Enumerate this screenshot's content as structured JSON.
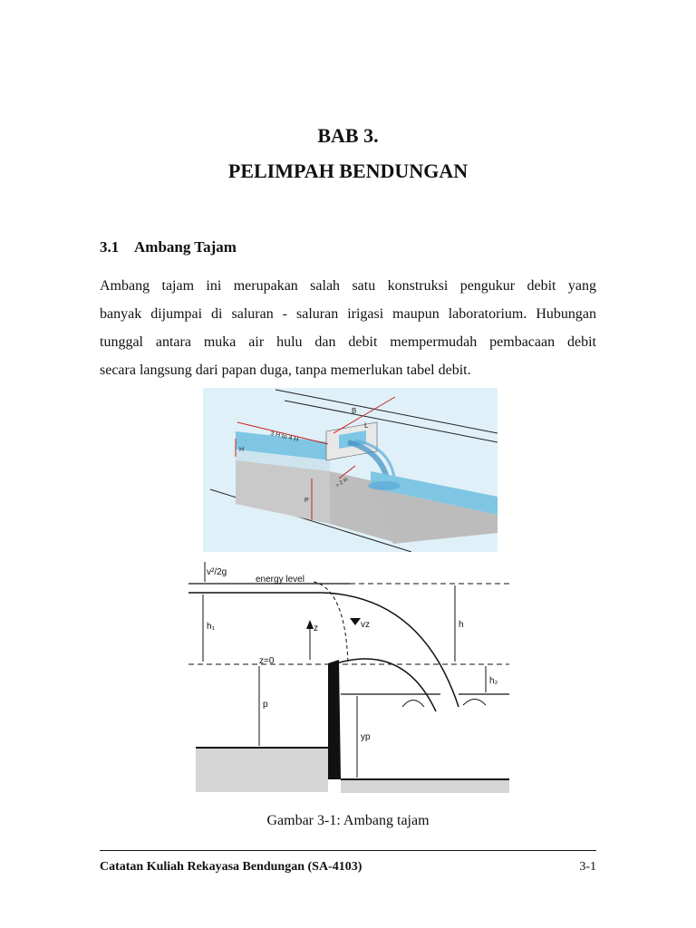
{
  "chapter": {
    "number": "BAB 3.",
    "title": "PELIMPAH BENDUNGAN"
  },
  "section": {
    "number": "3.1",
    "title": "Ambang Tajam"
  },
  "paragraph": {
    "lines": [
      "Ambang tajam ini merupakan salah satu konstruksi pengukur debit yang",
      "banyak dijumpai di saluran - saluran irigasi maupun laboratorium. Hubungan",
      "tunggal antara muka air hulu dan debit mempermudah pembacaan debit",
      "secara langsung dari papan duga, tanpa memerlukan tabel debit."
    ]
  },
  "figure_top": {
    "labels": {
      "length": "3 H to 4 H",
      "B": "B",
      "L": "L",
      "H": "H",
      "P": "P",
      "clearance": "> 2 in"
    },
    "colors": {
      "background": "#dff0f8",
      "water": "#7fc6e4",
      "concrete": "#c9c9c9",
      "dimension": "#cc2222"
    }
  },
  "figure_bottom": {
    "labels": {
      "velocity_head": "v²/2g",
      "energy_level": "energy level",
      "h1": "h₁",
      "h": "h",
      "z": "z",
      "z0": "z=0",
      "vz": "vz",
      "h2": "h₂",
      "p": "p",
      "yp": "yp"
    }
  },
  "caption": "Gambar 3-1: Ambang tajam",
  "footer": {
    "left": "Catatan Kuliah Rekayasa Bendungan (SA-4103)",
    "right": "3-1"
  }
}
